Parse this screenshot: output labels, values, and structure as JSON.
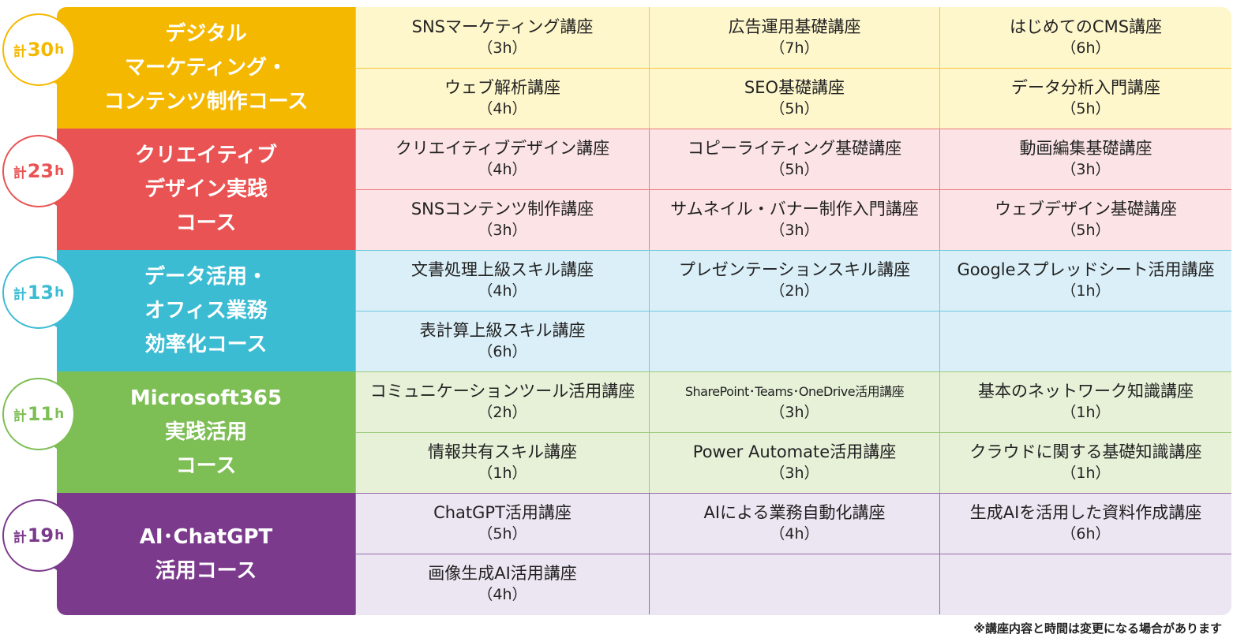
{
  "courses": [
    {
      "total_label": "計",
      "total_value": "30",
      "total_unit": "h",
      "title_lines": [
        "デジタル",
        "マーケティング・",
        "コンテンツ制作コース"
      ],
      "color": "#F5B800",
      "cell_bg": "#FEF7CC",
      "line": "#F5C842",
      "lectures": [
        {
          "name": "SNSマーケティング講座",
          "hours": "（3h）"
        },
        {
          "name": "広告運用基礎講座",
          "hours": "（7h）"
        },
        {
          "name": "はじめてのCMS講座",
          "hours": "（6h）"
        },
        {
          "name": "ウェブ解析講座",
          "hours": "（4h）"
        },
        {
          "name": "SEO基礎講座",
          "hours": "（5h）"
        },
        {
          "name": "データ分析入門講座",
          "hours": "（5h）"
        }
      ]
    },
    {
      "total_label": "計",
      "total_value": "23",
      "total_unit": "h",
      "title_lines": [
        "クリエイティブ",
        "デザイン実践",
        "コース"
      ],
      "color": "#E95353",
      "cell_bg": "#FCE4E6",
      "line": "#EC7C80",
      "lectures": [
        {
          "name": "クリエイティブデザイン講座",
          "hours": "（4h）"
        },
        {
          "name": "コピーライティング基礎講座",
          "hours": "（5h）"
        },
        {
          "name": "動画編集基礎講座",
          "hours": "（3h）"
        },
        {
          "name": "SNSコンテンツ制作講座",
          "hours": "（3h）"
        },
        {
          "name": "サムネイル・バナー制作入門講座",
          "hours": "（3h）"
        },
        {
          "name": "ウェブデザイン基礎講座",
          "hours": "（5h）"
        }
      ]
    },
    {
      "total_label": "計",
      "total_value": "13",
      "total_unit": "h",
      "title_lines": [
        "データ活用・",
        "オフィス業務",
        "効率化コース"
      ],
      "color": "#3CBCD2",
      "cell_bg": "#DAEFF8",
      "line": "#6ECADC",
      "lectures": [
        {
          "name": "文書処理上級スキル講座",
          "hours": "（4h）"
        },
        {
          "name": "プレゼンテーションスキル講座",
          "hours": "（2h）"
        },
        {
          "name": "Googleスプレッドシート活用講座",
          "hours": "（1h）"
        },
        {
          "name": "表計算上級スキル講座",
          "hours": "（6h）"
        },
        {
          "name": "",
          "hours": ""
        },
        {
          "name": "",
          "hours": ""
        }
      ]
    },
    {
      "total_label": "計",
      "total_value": "11",
      "total_unit": "h",
      "title_lines": [
        "Microsoft365",
        "実践活用",
        "コース"
      ],
      "color": "#7DBE55",
      "cell_bg": "#E6F1D8",
      "line": "#9CCB7C",
      "lectures": [
        {
          "name": "コミュニケーションツール活用講座",
          "hours": "（2h）"
        },
        {
          "name": "SharePoint･Teams･OneDrive活用講座",
          "hours": "（3h）"
        },
        {
          "name": "基本のネットワーク知識講座",
          "hours": "（1h）"
        },
        {
          "name": "情報共有スキル講座",
          "hours": "（1h）"
        },
        {
          "name": "Power Automate活用講座",
          "hours": "（3h）"
        },
        {
          "name": "クラウドに関する基礎知識講座",
          "hours": "（1h）"
        }
      ]
    },
    {
      "total_label": "計",
      "total_value": "19",
      "total_unit": "h",
      "title_lines": [
        "AI･ChatGPT",
        "活用コース"
      ],
      "color": "#7B3A8C",
      "cell_bg": "#ECE6F2",
      "line": "#9A6AA8",
      "lectures": [
        {
          "name": "ChatGPT活用講座",
          "hours": "（5h）"
        },
        {
          "name": "AIによる業務自動化講座",
          "hours": "（4h）"
        },
        {
          "name": "生成AIを活用した資料作成講座",
          "hours": "（6h）"
        },
        {
          "name": "画像生成AI活用講座",
          "hours": "（4h）"
        },
        {
          "name": "",
          "hours": ""
        },
        {
          "name": "",
          "hours": ""
        }
      ]
    }
  ],
  "footnote": "※講座内容と時間は変更になる場合があります"
}
